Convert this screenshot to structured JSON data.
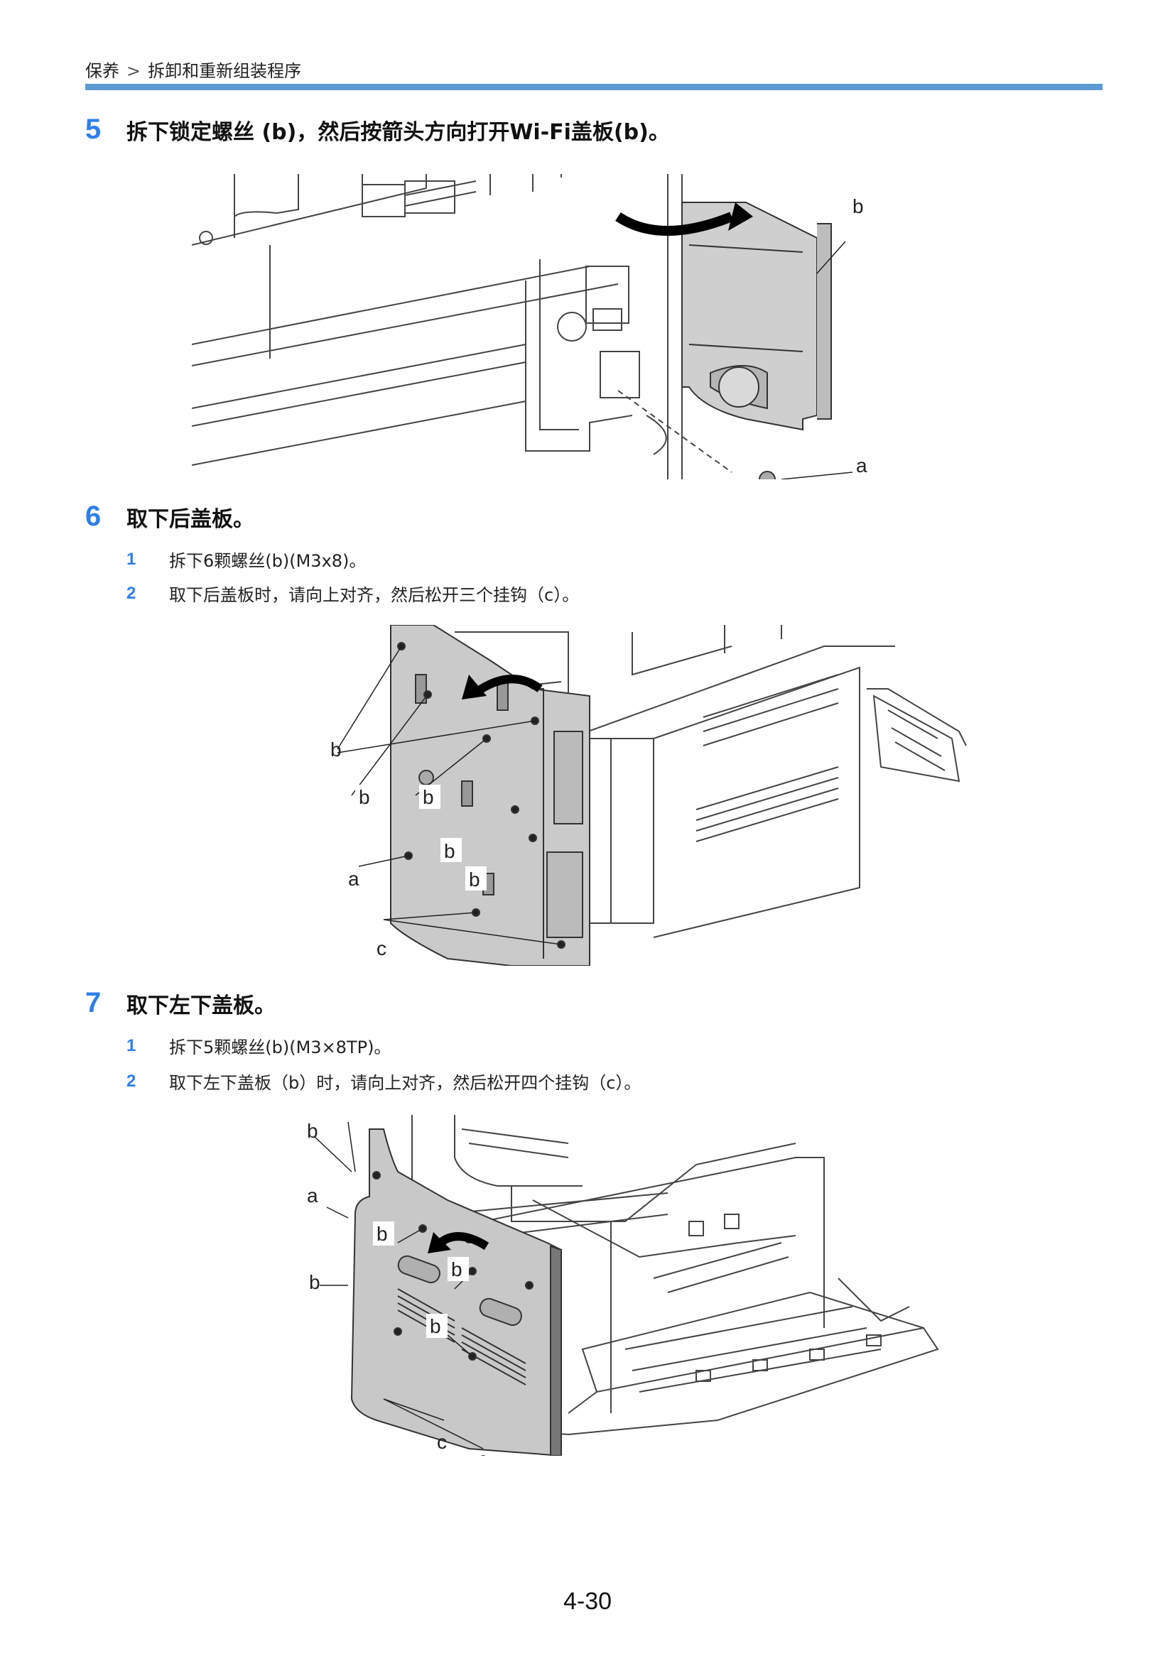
{
  "header": {
    "section": "保养",
    "separator": ">",
    "chapter": "拆卸和重新组装程序"
  },
  "colors": {
    "accent": "#2f7fe8",
    "rule": "#5b9bd5",
    "panel": "#c9c9c9"
  },
  "steps": [
    {
      "number": "5",
      "title": "拆下锁定螺丝 (b)，然后按箭头方向打开Wi-Fi盖板(b)。",
      "substeps": [],
      "figure_labels": [
        "b",
        "a"
      ]
    },
    {
      "number": "6",
      "title": "取下后盖板。",
      "substeps": [
        {
          "number": "1",
          "text": "拆下6颗螺丝(b)(M3x8)。"
        },
        {
          "number": "2",
          "text": "取下后盖板时，请向上对齐，然后松开三个挂钩（c）。"
        }
      ],
      "figure_labels": [
        "b",
        "b",
        "b",
        "b",
        "b",
        "a",
        "c"
      ]
    },
    {
      "number": "7",
      "title": "取下左下盖板。",
      "substeps": [
        {
          "number": "1",
          "text": "拆下5颗螺丝(b)(M3×8TP)。"
        },
        {
          "number": "2",
          "text": "取下左下盖板（b）时，请向上对齐，然后松开四个挂钩（c）。"
        }
      ],
      "figure_labels": [
        "b",
        "a",
        "b",
        "b",
        "b",
        "b",
        "c"
      ]
    }
  ],
  "page_number": "4-30"
}
